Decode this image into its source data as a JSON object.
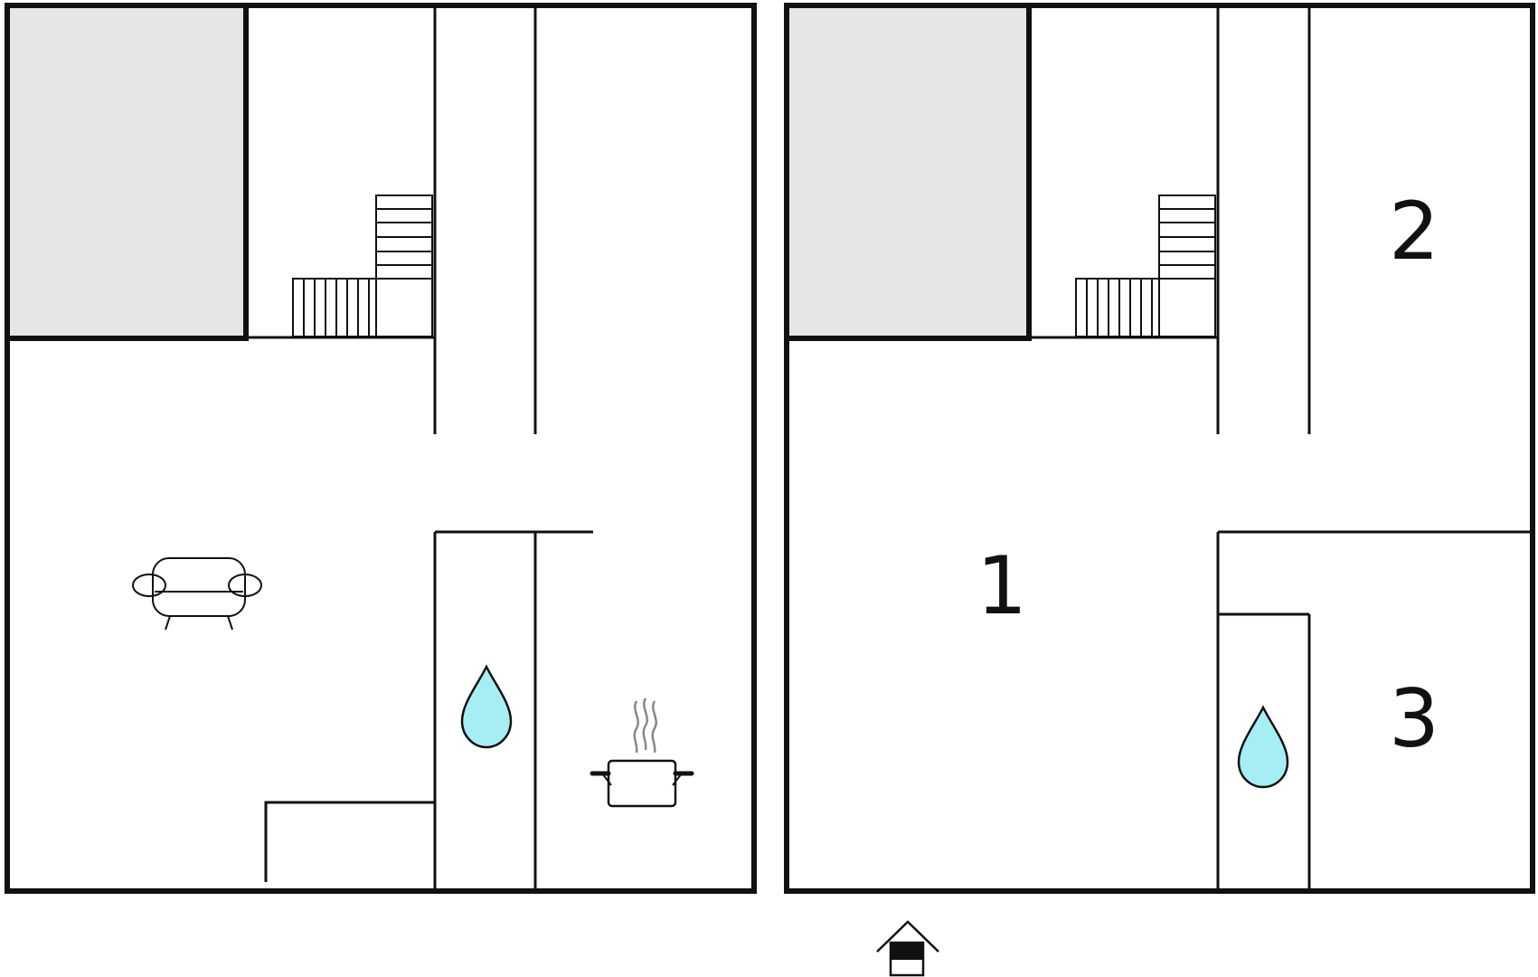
{
  "floors": [
    {
      "id": "ground-floor",
      "rooms": []
    },
    {
      "id": "upper-floor",
      "rooms": [
        {
          "number": "1"
        },
        {
          "number": "2"
        },
        {
          "number": "3"
        }
      ]
    }
  ],
  "colors": {
    "wall": "#111111",
    "shaded_area": "#e6e6e6",
    "water_drop": "#a6eef4",
    "steam": "#888888"
  },
  "icons": [
    "sofa-icon",
    "water-drop-icon",
    "cooking-pot-icon",
    "entrance-house-icon",
    "stairs-icon"
  ]
}
